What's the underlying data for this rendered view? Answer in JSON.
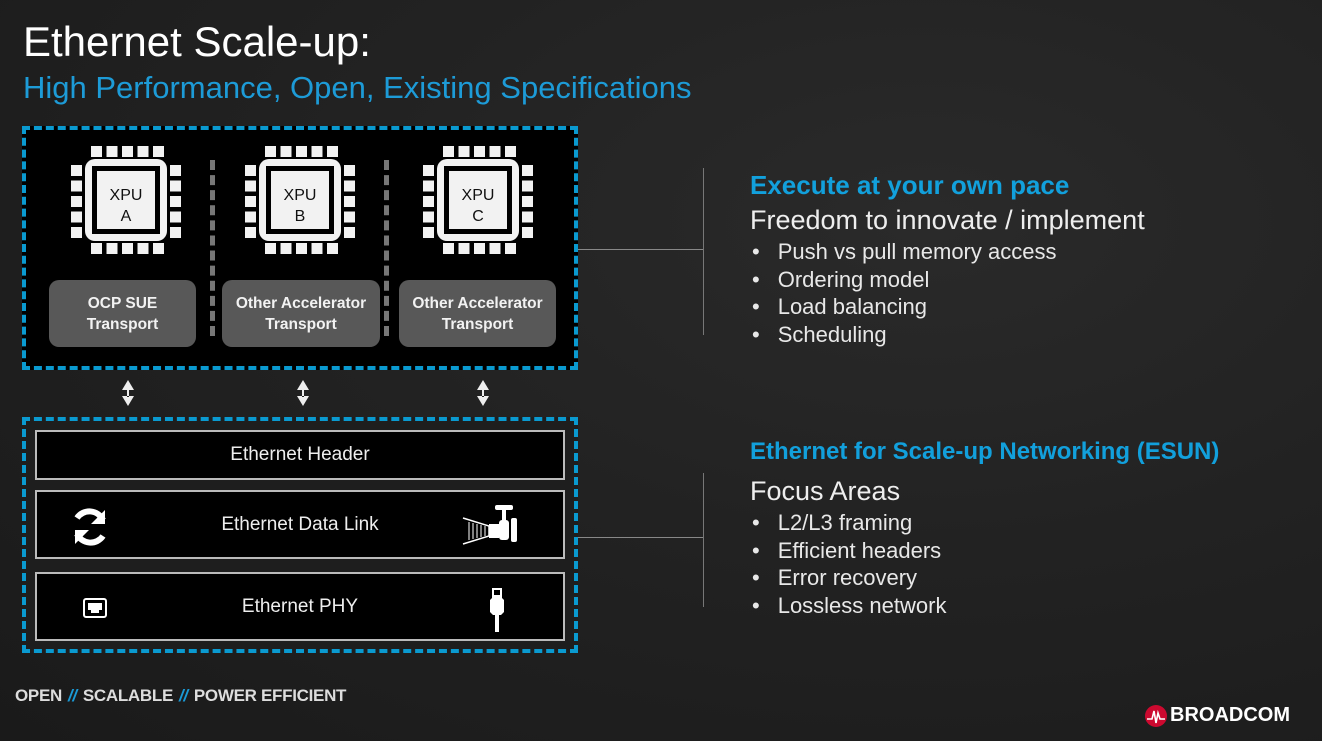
{
  "title": "Ethernet Scale-up:",
  "subtitle": "High Performance, Open, Existing Specifications",
  "xpus": [
    {
      "line1": "XPU",
      "line2": "A",
      "transport_line1": "OCP SUE",
      "transport_line2": "Transport"
    },
    {
      "line1": "XPU",
      "line2": "B",
      "transport_line1": "Other Accelerator",
      "transport_line2": "Transport"
    },
    {
      "line1": "XPU",
      "line2": "C",
      "transport_line1": "Other Accelerator",
      "transport_line2": "Transport"
    }
  ],
  "layers": {
    "header": "Ethernet Header",
    "data_link": "Ethernet Data Link",
    "phy": "Ethernet  PHY"
  },
  "right_top": {
    "heading": "Execute at your own pace",
    "subheading": "Freedom to innovate / implement",
    "bullets": [
      "Push vs pull memory access",
      "Ordering model",
      "Load balancing",
      "Scheduling"
    ]
  },
  "right_bottom": {
    "heading": "Ethernet for Scale-up Networking (ESUN)",
    "subheading": "Focus Areas",
    "bullets": [
      "L2/L3 framing",
      "Efficient headers",
      "Error recovery",
      "Lossless network"
    ]
  },
  "footer": {
    "open": "OPEN",
    "sep": "//",
    "scalable": "SCALABLE",
    "power": "POWER EFFICIENT"
  },
  "logo": "BROADCOM",
  "colors": {
    "accent": "#12a0dc",
    "logo_red": "#cc092f"
  }
}
